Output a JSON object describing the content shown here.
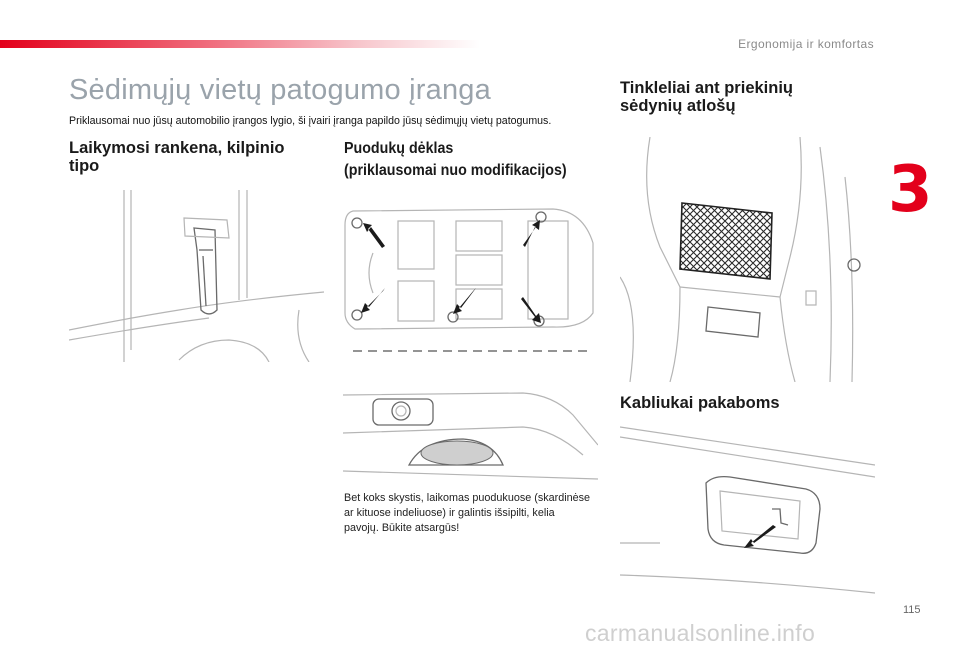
{
  "header": {
    "section": "Ergonomija ir komfortas",
    "chapter": "3"
  },
  "page": {
    "title": "Sėdimųjų vietų patogumo įranga",
    "intro": "Priklausomai nuo jūsų automobilio įrangos lygio, ši įvairi įranga papildo jūsų sėdimųjų vietų patogumus.",
    "number": "115"
  },
  "sections": {
    "handle": {
      "title_line1": "Laikymosi rankena, kilpinio",
      "title_line2": "tipo"
    },
    "cupholder": {
      "title_line1": "Puodukų dėklas",
      "title_line2": "(priklausomai nuo modifikacijos)"
    },
    "nets": {
      "title_line1": "Tinkleliai ant priekinių",
      "title_line2": "sėdynių atlošų"
    },
    "hooks": {
      "title": "Kabliukai pakaboms"
    }
  },
  "warning": "Bet koks skystis, laikomas puodukuose (skardinėse ar kituose indeliuose) ir galintis išsipilti, kelia pavojų. Būkite atsargūs!",
  "watermark": "carmanualsonline.info",
  "colors": {
    "accent": "#e3001b",
    "title_gray": "#9aa3ab"
  }
}
